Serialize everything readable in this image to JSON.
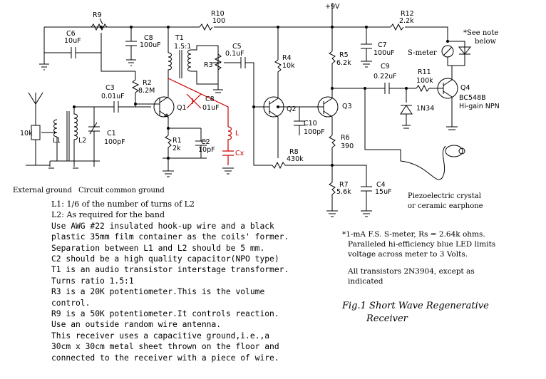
{
  "components": {
    "r9": "R9",
    "c6_name": "C6",
    "c6_val": "10uF",
    "c8_name": "C8",
    "c8_val": "100uF",
    "r10_name": "R10",
    "r10_val": "100",
    "vcc": "+9V",
    "r12_name": "R12",
    "r12_val": "2.2k",
    "t1_name": "T1",
    "t1_ratio": "1.5:1",
    "c5_name": "C5",
    "c5_val": "0.1uF",
    "r3": "R3",
    "r4_name": "R4",
    "r4_val": "10k",
    "r5_name": "R5",
    "r5_val": "6.2k",
    "c7_name": "C7",
    "c7_val": "100uF",
    "r2_name": "R2",
    "r2_val": "8.2M",
    "c3_name": "C3",
    "c3_val": "0.01uF",
    "c9_name": "C9",
    "c9_val": "0.22uF",
    "r11_name": "R11",
    "r11_val": "100k",
    "q1": "Q1",
    "q2": "Q2",
    "q3": "Q3",
    "q4_name": "Q4",
    "q4_part": "BC548B",
    "q4_desc": "Hi-gain NPN",
    "c8b_name": "C8",
    "c8b_val": "01uF",
    "d1": "1N34",
    "ant_res": "10k",
    "l1": "L1",
    "l2": "L2",
    "c1_name": "C1",
    "c1_val": "100pF",
    "r1_name": "R1",
    "r1_val": "2k",
    "c2_name": "C2",
    "c2_val": "10pF",
    "l_red": "L",
    "cx_red": "Cx",
    "c10_name": "C10",
    "c10_val": "100pF",
    "r6_name": "R6",
    "r6_val": "390",
    "r8_name": "R8",
    "r8_val": "430k",
    "r7_name": "R7",
    "r7_val": "5.6k",
    "c4_name": "C4",
    "c4_val": "15uF",
    "smeter": "S-meter",
    "see_note": [
      "*See note",
      "below"
    ],
    "ext_ground": "External ground",
    "circuit_ground": "Circuit common ground",
    "earphone": [
      "Piezoelectric crystal",
      "or ceramic earphone"
    ]
  },
  "notes": [
    "L1: 1/6 of the number of turns of L2",
    "L2: As required for the band",
    "Use AWG #22 insulated hook-up wire and a black",
    "plastic 35mm film container as the coils' former.",
    "Separation  between L1 and L2 should be 5 mm.",
    "C2 should be a high quality capacitor(NPO type)",
    "T1 is an audio transistor interstage transformer.",
    "Turns ratio 1.5:1",
    "R3 is a 20K potentiometer.This is the volume",
    "control.",
    "R9 is a 50K potentiometer.It controls reaction.",
    "Use an outside random wire antenna.",
    "This receiver uses a capacitive ground,i.e.,a",
    "30cm x 30cm metal sheet thrown on the floor and",
    "connected to the receiver with a piece of wire."
  ],
  "side_notes": [
    "*1-mA F.S. S-meter, Rs = 2.64k ohms.",
    "Paralleled hi-efficiency blue LED limits",
    "voltage across meter to 3 Volts.",
    "All transistors 2N3904, except as",
    "indicated"
  ],
  "figure_caption": [
    "Fig.1 Short Wave Regenerative",
    "Receiver"
  ]
}
